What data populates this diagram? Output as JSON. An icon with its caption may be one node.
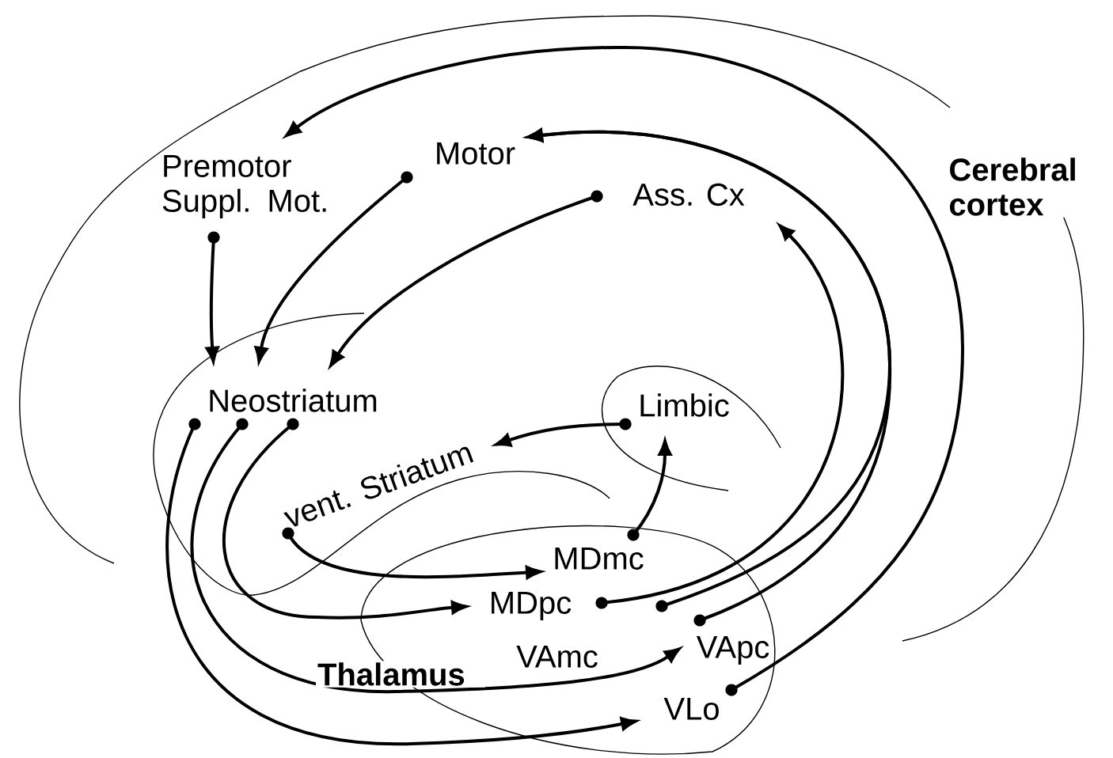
{
  "diagram": {
    "nodes": [
      {
        "text": [
          "Premotor Suppl. Mot."
        ]
      },
      {
        "text": [
          "Motor"
        ]
      },
      {
        "text": [
          "Ass. Cx"
        ]
      },
      {
        "text": [
          "Neostriatum"
        ]
      },
      {
        "text": [
          "Limbic"
        ]
      },
      {
        "text": [
          "vent. Striatum"
        ]
      },
      {
        "text": [
          "MDmc"
        ]
      },
      {
        "text": [
          "MDpc"
        ]
      },
      {
        "text": [
          "VAmc"
        ]
      },
      {
        "text": [
          "VApc"
        ]
      },
      {
        "text": [
          "VLo"
        ]
      }
    ],
    "edges": [
      {
        "from": 0,
        "to": 3,
        "arrow": "to"
      },
      {
        "from": 1,
        "to": 3,
        "arrow": "to"
      },
      {
        "from": 2,
        "to": 3,
        "arrow": "to"
      },
      {
        "from": 7,
        "to": 2,
        "arrow": "to"
      },
      {
        "from": 6,
        "to": 1,
        "arrow": "to"
      },
      {
        "from": 9,
        "to": 1,
        "arrow": "to"
      },
      {
        "from": 10,
        "to": 0,
        "arrow": "to"
      },
      {
        "from": 3,
        "to": 7,
        "arrow": "to"
      },
      {
        "from": 3,
        "to": 9,
        "arrow": "to"
      },
      {
        "from": 3,
        "to": 10,
        "arrow": "to"
      },
      {
        "from": 5,
        "to": 6,
        "arrow": "to"
      },
      {
        "from": 4,
        "to": 5,
        "arrow": "to"
      },
      {
        "from": 6,
        "to": 4,
        "arrow": "to"
      }
    ],
    "labels": [
      "Cerebral cortex",
      "Thalamus"
    ]
  }
}
